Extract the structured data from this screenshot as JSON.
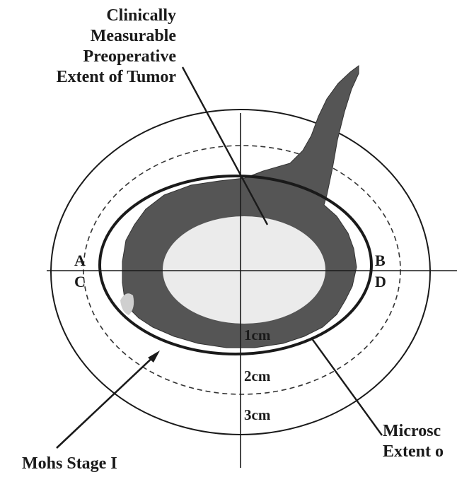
{
  "callouts": {
    "clinical": [
      "Clinically",
      "Measurable",
      "Preoperative",
      "Extent of Tumor"
    ],
    "microscopic": [
      "Microsc",
      "Extent o"
    ],
    "mohs": "Mohs Stage I"
  },
  "axis_labels": {
    "a": "A",
    "b": "B",
    "c": "C",
    "d": "D"
  },
  "distance_labels": [
    "1cm",
    "2cm",
    "3cm"
  ],
  "colors": {
    "tumor": "#555555",
    "core": "#ebebeb",
    "line": "#1a1a1a",
    "background": "#ffffff"
  }
}
